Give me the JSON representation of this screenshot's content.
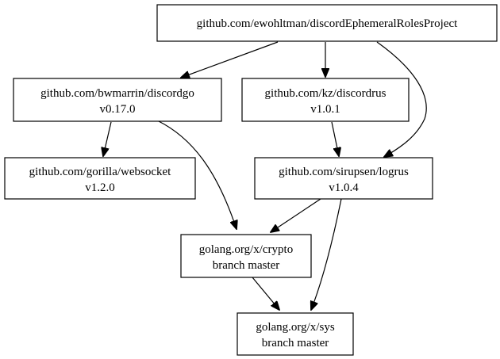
{
  "graph": {
    "nodes": [
      {
        "id": "project",
        "line1": "github.com/ewohltman/discordEphemeralRolesProject",
        "line2": ""
      },
      {
        "id": "discordgo",
        "line1": "github.com/bwmarrin/discordgo",
        "line2": "v0.17.0"
      },
      {
        "id": "discordrus",
        "line1": "github.com/kz/discordrus",
        "line2": "v1.0.1"
      },
      {
        "id": "websocket",
        "line1": "github.com/gorilla/websocket",
        "line2": "v1.2.0"
      },
      {
        "id": "logrus",
        "line1": "github.com/sirupsen/logrus",
        "line2": "v1.0.4"
      },
      {
        "id": "crypto",
        "line1": "golang.org/x/crypto",
        "line2": "branch master"
      },
      {
        "id": "sys",
        "line1": "golang.org/x/sys",
        "line2": "branch master"
      }
    ],
    "edges": [
      {
        "from": "project",
        "to": "discordgo"
      },
      {
        "from": "project",
        "to": "discordrus"
      },
      {
        "from": "project",
        "to": "logrus"
      },
      {
        "from": "discordgo",
        "to": "websocket"
      },
      {
        "from": "discordgo",
        "to": "crypto"
      },
      {
        "from": "discordrus",
        "to": "logrus"
      },
      {
        "from": "logrus",
        "to": "crypto"
      },
      {
        "from": "logrus",
        "to": "sys"
      },
      {
        "from": "crypto",
        "to": "sys"
      }
    ]
  }
}
